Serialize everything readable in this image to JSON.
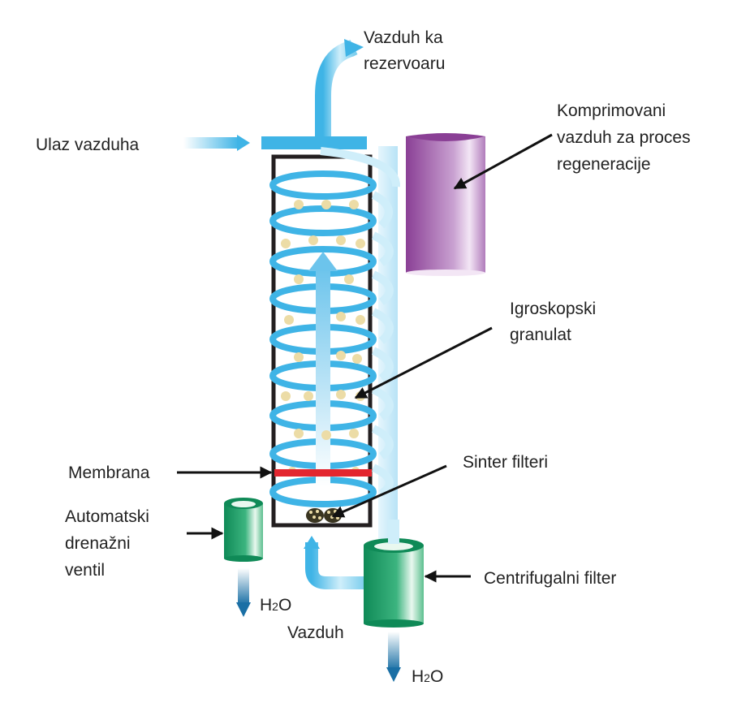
{
  "labels": {
    "air_inlet": "Ulaz vazduha",
    "air_to_tank_1": "Vazduh ka",
    "air_to_tank_2": "rezervoaru",
    "compressed_1": "Komprimovani",
    "compressed_2": "vazduh za proces",
    "compressed_3": "regeneracije",
    "granulate_1": "Igroskopski",
    "granulate_2": "granulat",
    "membrane": "Membrana",
    "sinter": "Sinter filteri",
    "drain_1": "Automatski",
    "drain_2": "drenažni",
    "drain_3": "ventil",
    "centrifugal": "Centrifugalni filter",
    "air": "Vazduh",
    "water_left_h": "H",
    "water_left_sub": "2",
    "water_left_o": "O",
    "water_right_h": "H",
    "water_right_sub": "2",
    "water_right_o": "O"
  },
  "colors": {
    "air_blue": "#3fb4e6",
    "air_light": "#cfeefa",
    "water_dark": "#1a6fa5",
    "granule": "#ecdca6",
    "vessel_frame": "#231f20",
    "membrane": "#e3262f",
    "purple_dark": "#8a3f95",
    "purple_light": "#f3e6f5",
    "green_dark": "#0f8a57",
    "green_light": "#e9f8ef",
    "arrow": "#111111"
  },
  "icons": [
    "air-flow-arrow",
    "coil-icon",
    "granule-dot",
    "drain-valve-cylinder",
    "centrifugal-filter-cylinder",
    "regeneration-cylinder",
    "sinter-filter-icon"
  ]
}
